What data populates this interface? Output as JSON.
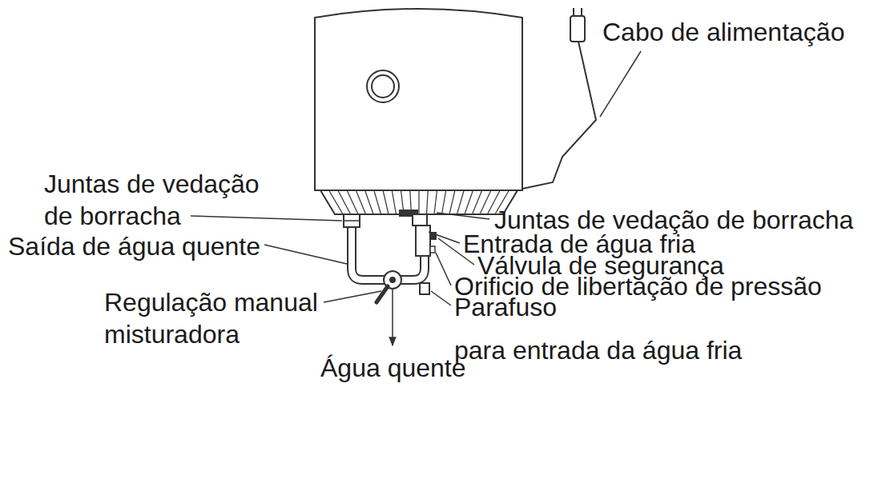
{
  "diagram": {
    "labels": [
      "Cabo de alimentação",
      "Juntas de vedação de borracha",
      "Juntas de vedação de borracha",
      "Saída de água quente",
      "Entrada de água fria",
      "Válvula de segurança",
      "Orificio de libertação de pressão",
      "Regulação manual misturadora",
      "Parafuso",
      "para entrada da água fria",
      "Água quente"
    ]
  }
}
